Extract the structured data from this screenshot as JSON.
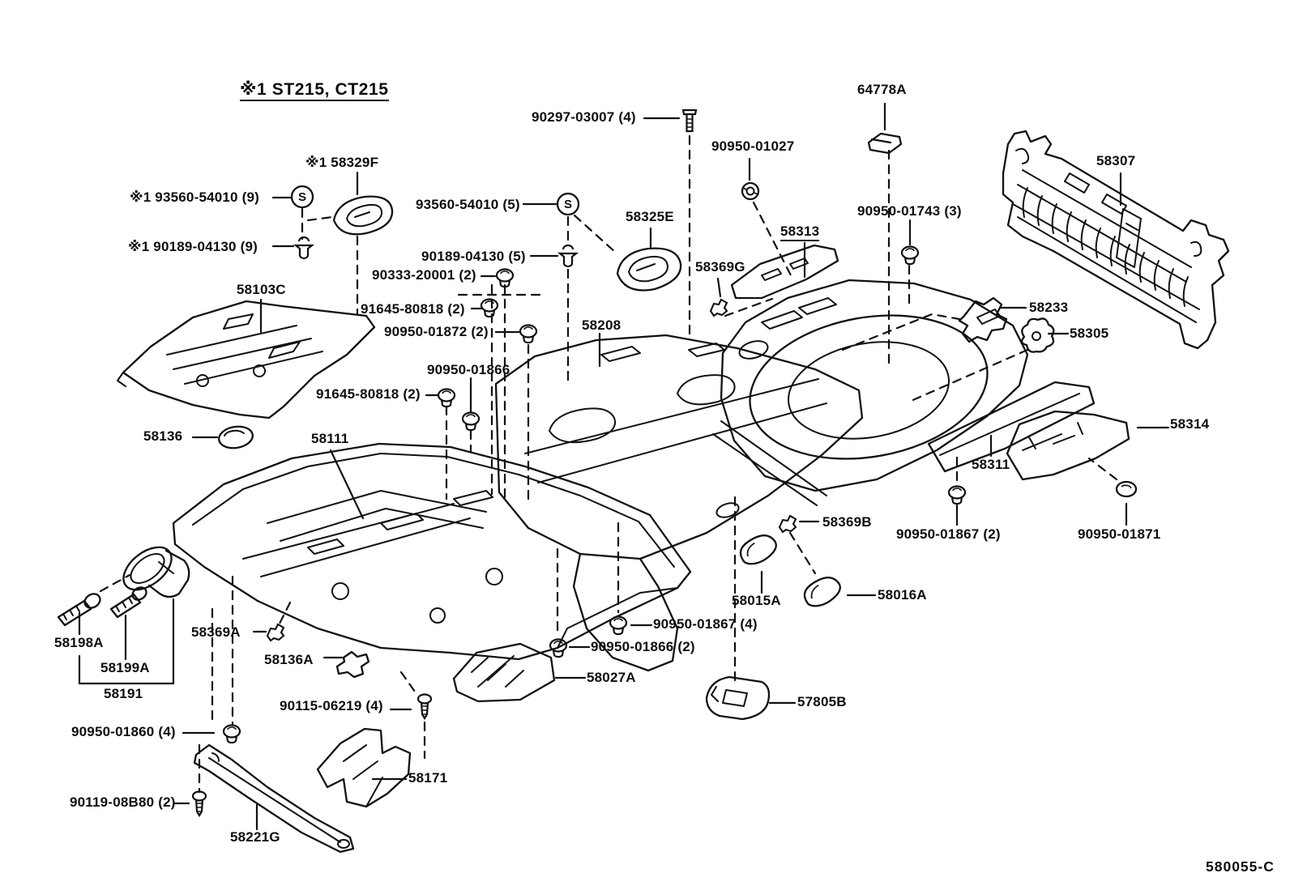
{
  "colors": {
    "background": "#ffffff",
    "ink": "#111111"
  },
  "header": {
    "variant_note": "※1 ST215, CT215"
  },
  "footer": {
    "drawing_code": "580055-C"
  },
  "marks": {
    "s_fastener": "S"
  },
  "part_labels": [
    {
      "id": "90297-03007",
      "text": "90297-03007 (4)"
    },
    {
      "id": "64778A",
      "text": "64778A"
    },
    {
      "id": "90950-01027",
      "text": "90950-01027"
    },
    {
      "id": "58307",
      "text": "58307"
    },
    {
      "id": "90950-01743",
      "text": "90950-01743 (3)"
    },
    {
      "id": "58329F",
      "text": "※1 58329F"
    },
    {
      "id": "93560-54010-9",
      "text": "※1 93560-54010 (9)"
    },
    {
      "id": "93560-54010-5",
      "text": "93560-54010 (5)"
    },
    {
      "id": "90189-04130-9",
      "text": "※1 90189-04130 (9)"
    },
    {
      "id": "90189-04130-5",
      "text": "90189-04130 (5)"
    },
    {
      "id": "90333-20001",
      "text": "90333-20001 (2)"
    },
    {
      "id": "58103C",
      "text": "58103C"
    },
    {
      "id": "58325E",
      "text": "58325E"
    },
    {
      "id": "58369G",
      "text": "58369G"
    },
    {
      "id": "58313",
      "text": "58313"
    },
    {
      "id": "91645-80818-a",
      "text": "91645-80818 (2)"
    },
    {
      "id": "90950-01872",
      "text": "90950-01872 (2)"
    },
    {
      "id": "58208",
      "text": "58208"
    },
    {
      "id": "58233",
      "text": "58233"
    },
    {
      "id": "58305",
      "text": "58305"
    },
    {
      "id": "90950-01866-a",
      "text": "90950-01866"
    },
    {
      "id": "91645-80818-b",
      "text": "91645-80818 (2)"
    },
    {
      "id": "58136",
      "text": "58136"
    },
    {
      "id": "58111",
      "text": "58111"
    },
    {
      "id": "58314",
      "text": "58314"
    },
    {
      "id": "58311",
      "text": "58311"
    },
    {
      "id": "58369B",
      "text": "58369B"
    },
    {
      "id": "90950-01867-a",
      "text": "90950-01867 (2)"
    },
    {
      "id": "90950-01871",
      "text": "90950-01871"
    },
    {
      "id": "58015A",
      "text": "58015A"
    },
    {
      "id": "58016A",
      "text": "58016A"
    },
    {
      "id": "58198A",
      "text": "58198A"
    },
    {
      "id": "58369A",
      "text": "58369A"
    },
    {
      "id": "58136A",
      "text": "58136A"
    },
    {
      "id": "90950-01867-b",
      "text": "90950-01867 (4)"
    },
    {
      "id": "90950-01866-b",
      "text": "90950-01866 (2)"
    },
    {
      "id": "58027A",
      "text": "58027A"
    },
    {
      "id": "58199A",
      "text": "58199A"
    },
    {
      "id": "58191",
      "text": "58191"
    },
    {
      "id": "90115-06219",
      "text": "90115-06219 (4)"
    },
    {
      "id": "57805B",
      "text": "57805B"
    },
    {
      "id": "90950-01860",
      "text": "90950-01860 (4)"
    },
    {
      "id": "58171",
      "text": "58171"
    },
    {
      "id": "90119-08B80",
      "text": "90119-08B80 (2)"
    },
    {
      "id": "58221G",
      "text": "58221G"
    }
  ]
}
